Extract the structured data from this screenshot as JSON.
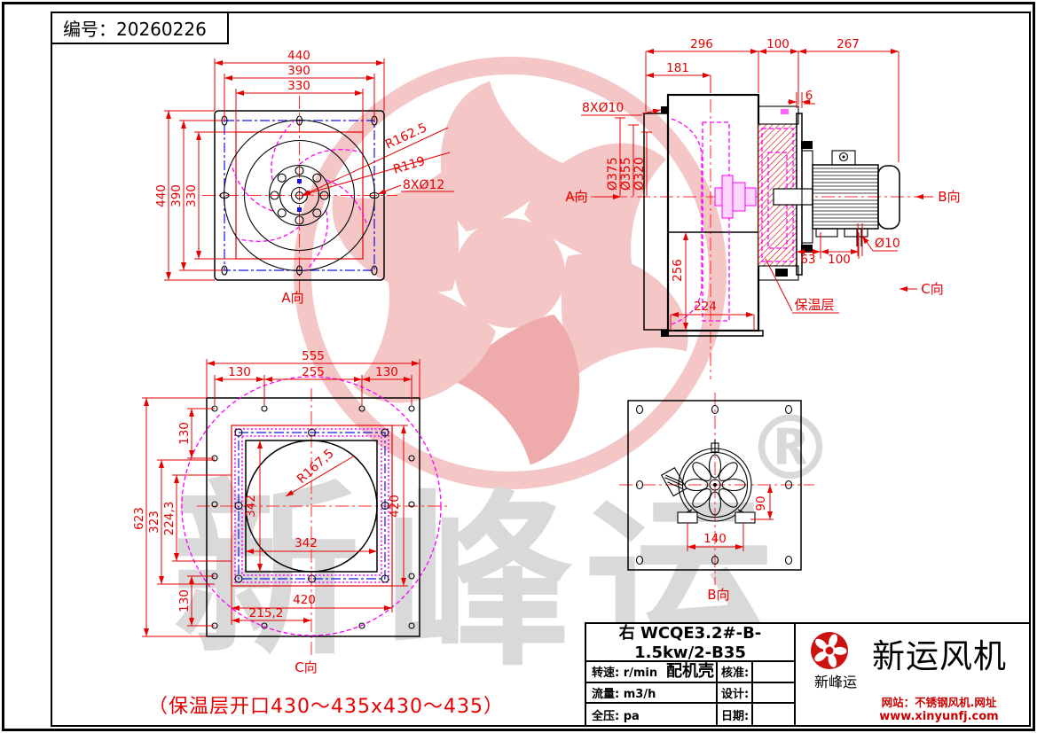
{
  "page": {
    "serial_label": "编号：20260226",
    "note": "（保温层开口430～435x430～435）"
  },
  "view_a": {
    "caption": "A向",
    "dim_w_outer": "440",
    "dim_w_mid": "390",
    "dim_w_inner": "330",
    "dim_h_outer": "440",
    "dim_h_mid": "390",
    "dim_h_inner": "330",
    "label_r_outer": "R162.5",
    "label_r_inner": "R119",
    "label_holes": "8XØ12"
  },
  "view_side": {
    "dim_296": "296",
    "dim_100_top": "100",
    "dim_267": "267",
    "dim_181": "181",
    "dim_6": "6",
    "label_holes": "8XØ10",
    "dia_375": "Ø375",
    "dia_355": "Ø355",
    "dia_320": "Ø320",
    "dim_256": "256",
    "dim_224": "224",
    "dim_63": "63",
    "dim_100_bottom": "100",
    "dia_10": "Ø10",
    "insulation_label": "保温层",
    "arrow_a": "A向",
    "arrow_b": "B向",
    "arrow_c": "C向"
  },
  "view_c": {
    "caption": "C向",
    "dim_555": "555",
    "dim_130_left": "130",
    "dim_255": "255",
    "dim_130_right": "130",
    "dim_130_top": "130",
    "dim_623": "623",
    "dim_323": "323",
    "dim_224_3": "224,3",
    "dim_130_bottom": "130",
    "dim_342_v": "342",
    "dim_342_h": "342",
    "dim_420_v": "420",
    "dim_420_h": "420",
    "dim_215_2": "215,2",
    "label_r": "R167,5"
  },
  "view_b": {
    "caption": "B向",
    "dim_140": "140",
    "dim_90": "90"
  },
  "title_block": {
    "line1": "右 WCQE3.2#-B-1.5kw/2-B35",
    "line2": "配机壳",
    "row1_left": "转速: r/min",
    "row1_right": "核准:",
    "row2_left": "流量: m3/h",
    "row2_right": "设计:",
    "row3_left": "全压: pa",
    "row3_right": "日期:",
    "brand_small": "新峰运",
    "brand_name": "新运风机",
    "brand_line1": "网站：不锈钢风机.网址",
    "brand_line2": "www.xinyunfj.com"
  },
  "watermark": {
    "char1": "新",
    "char2": "峰",
    "char3": "运",
    "reg": "®"
  },
  "colors": {
    "dimension": "#e60000",
    "outline": "#000000",
    "centerline": "#ff2a2a",
    "bolt_line": "#1414e6",
    "impeller": "#ff00ff",
    "hatch": "#dd2222",
    "watermark_pink": "#f4c6c6",
    "watermark_gray": "#d9d9d9",
    "brand_red": "#cc0000"
  }
}
